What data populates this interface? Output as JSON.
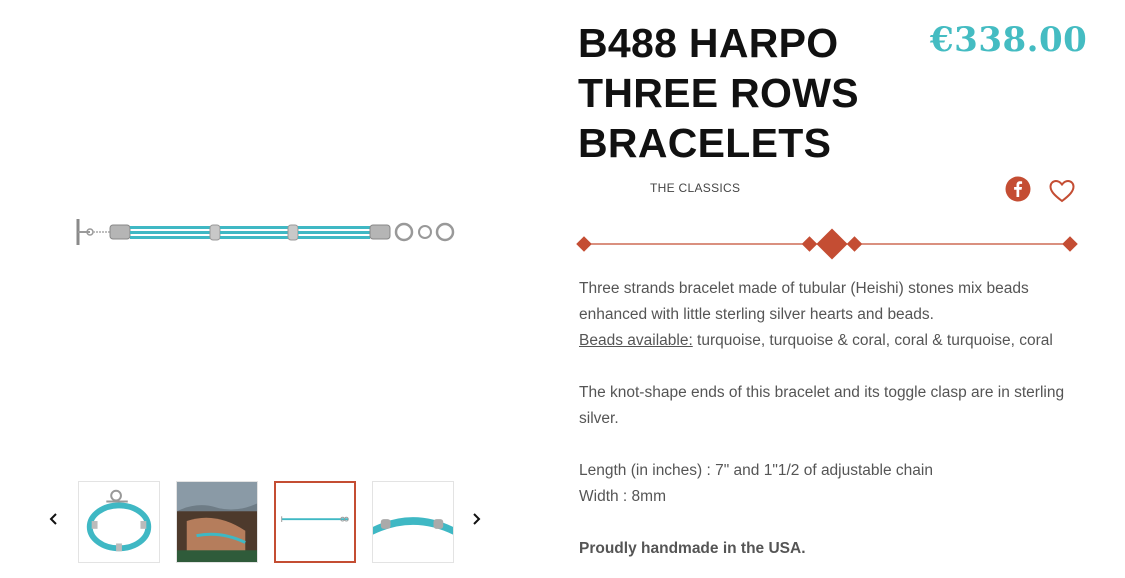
{
  "product": {
    "title_lines": [
      "B488 HARPO",
      "THREE ROWS",
      "BRACELETS"
    ],
    "price": "€338.00",
    "collection": "THE CLASSICS"
  },
  "description": {
    "p1_line1": "Three strands bracelet made of tubular (Heishi) stones mix beads",
    "p1_line2": "enhanced with little  sterling silver hearts and beads.",
    "beads_label": "Beads available:",
    "beads_value": " turquoise, turquoise & coral, coral & turquoise, coral",
    "p2_line1": "The knot-shape ends of this bracelet and its toggle clasp are in sterling",
    "p2_line2": "silver.",
    "length": "Length (in inches) : 7\" and 1\"1/2 of adjustable chain",
    "width": "Width : 8mm",
    "handmade": "Proudly handmade in the USA."
  },
  "gallery": {
    "prev_icon": "chevron-left-icon",
    "next_icon": "chevron-right-icon",
    "active_index": 2,
    "thumbnails": [
      "bracelet-round-view",
      "bracelet-on-wrist",
      "bracelet-flat-view",
      "bracelet-closeup"
    ]
  },
  "icons": {
    "share": "facebook-icon",
    "wishlist": "heart-icon"
  },
  "colors": {
    "accent": "#c44d33",
    "price": "#44bcc2",
    "title": "#111111",
    "text": "#555555",
    "turquoise": "#3fb8c4"
  }
}
